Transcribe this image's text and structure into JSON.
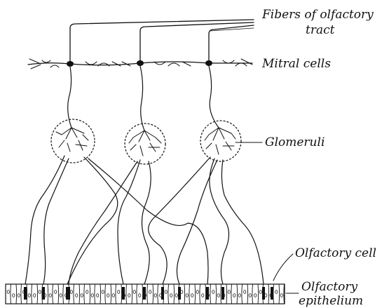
{
  "diagram": {
    "labels": {
      "fibers_line1": "Fibers of olfactory",
      "fibers_line2": "tract",
      "mitral": "Mitral cells",
      "glomeruli": "Glomeruli",
      "olfactory_cell": "Olfactory cell",
      "epithelium_line1": "Olfactory",
      "epithelium_line2": "epithelium"
    },
    "colors": {
      "ink": "#111111",
      "background": "#ffffff"
    },
    "mitral_cell_count": 3,
    "glomerulus_count": 3
  }
}
